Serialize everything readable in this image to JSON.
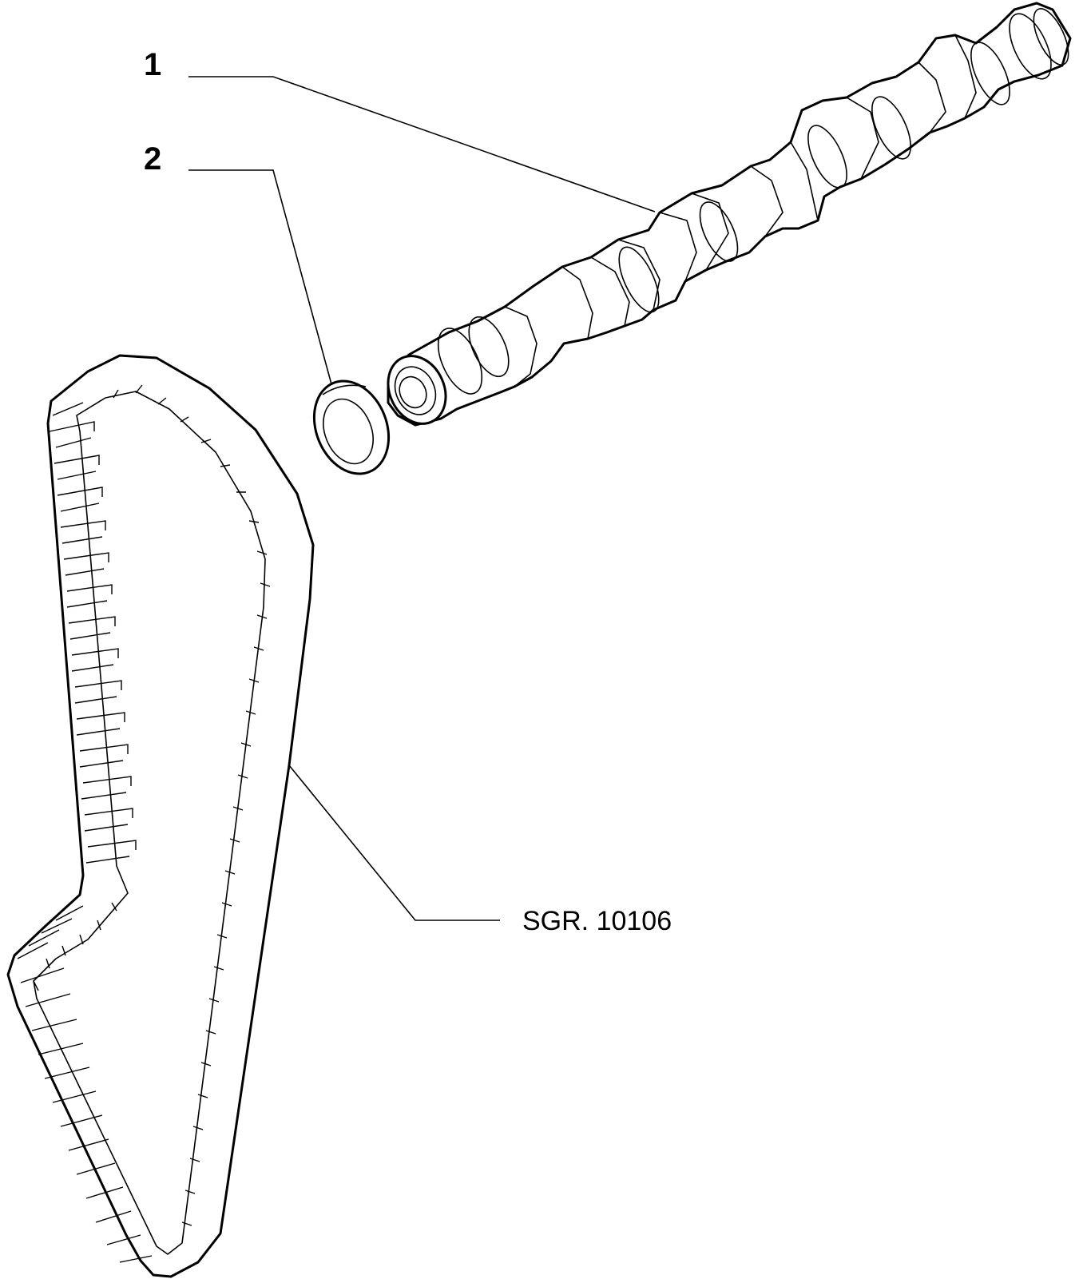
{
  "callouts": [
    {
      "number": "1"
    },
    {
      "number": "2"
    }
  ],
  "reference": {
    "label": "SGR. 10106"
  }
}
